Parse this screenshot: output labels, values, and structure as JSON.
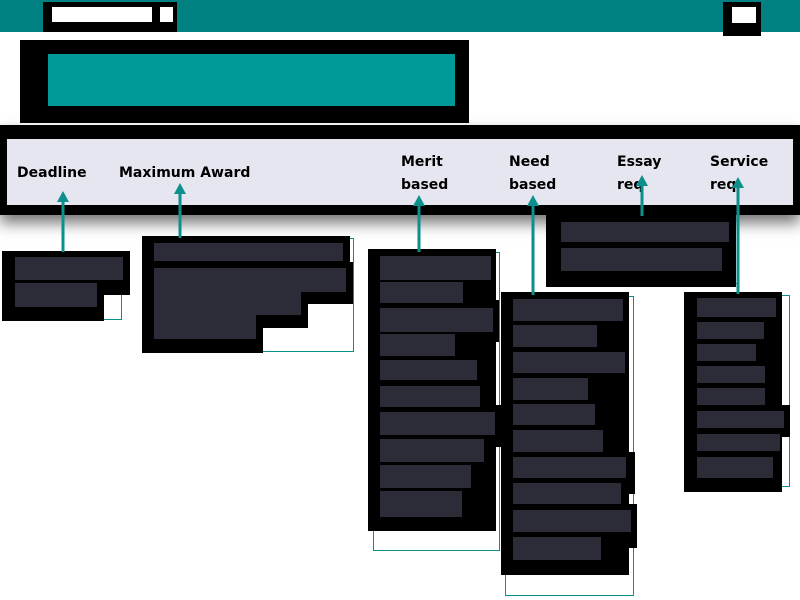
{
  "columns": [
    {
      "key": "deadline",
      "label": "Deadline"
    },
    {
      "key": "max_award",
      "label": "Maximum Award"
    },
    {
      "key": "merit",
      "label": "Merit based"
    },
    {
      "key": "need",
      "label": "Need based"
    },
    {
      "key": "essay",
      "label": "Essay req"
    },
    {
      "key": "service",
      "label": "Service req"
    }
  ],
  "colors": {
    "topbar": "#008080",
    "title_bar": "#009a99",
    "header_bg": "#e6e6f0",
    "bar": "#2c2c38",
    "connector": "#0d8f8c"
  }
}
